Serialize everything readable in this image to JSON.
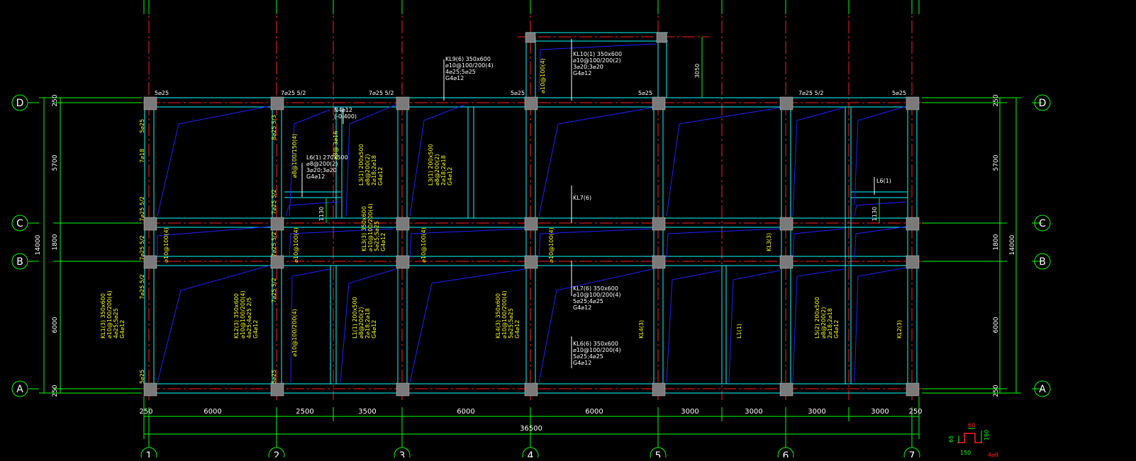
{
  "colors": {
    "background": "#000000",
    "grid_line": "#ff2020",
    "axis_bubble": "#00ff00",
    "beam": "#00ffff",
    "column": "#808080",
    "rebar": "#0000ff",
    "text_yellow": "#ffff00",
    "text_white": "#ffffff",
    "dimension": "#00ff00"
  },
  "axes_x": [
    {
      "label": "1"
    },
    {
      "label": "2"
    },
    {
      "label": "3"
    },
    {
      "label": "4"
    },
    {
      "label": "5"
    },
    {
      "label": "6"
    },
    {
      "label": "7"
    }
  ],
  "axes_y": [
    {
      "label": "D"
    },
    {
      "label": "C"
    },
    {
      "label": "B"
    },
    {
      "label": "A"
    }
  ],
  "bottom_dims": [
    "250",
    "6000",
    "2500",
    "3500",
    "6000",
    "6000",
    "3000",
    "3000",
    "3000",
    "3000",
    "250"
  ],
  "bottom_total": "36500",
  "left_dims": [
    "250",
    "5700",
    "1800",
    "6000",
    "250"
  ],
  "left_total": "14000",
  "right_dims": [
    "250",
    "5700",
    "1800",
    "6000",
    "250"
  ],
  "right_total": "14000",
  "top_rebar_labels": [
    "5⌀25",
    "7⌀25 5/2",
    "7⌀25 5/2",
    "5⌀25",
    "5⌀25",
    "7⌀25 5/2",
    "5⌀25"
  ],
  "left_rebar_labels": [
    "5⌀25",
    "7⌀18",
    "7⌀25 5/2",
    "7⌀25 5/2",
    "7⌀25 5/2",
    "5⌀25"
  ],
  "axis2_rebar_labels": [
    "8⌀25 5/3",
    "7⌀25 5/2",
    "7⌀25 5/2",
    "7⌀25 5/2",
    "5⌀25"
  ],
  "annotations": {
    "kl9": [
      "KL9(6) 350x600",
      "⌀10@100/200(4)",
      "4⌀25;5⌀25",
      "G4⌀12"
    ],
    "kl10": [
      "KL10(1) 350x600",
      "⌀10@100/200(2)",
      "3⌀20;3⌀20",
      "G4⌀12"
    ],
    "l6_top": [
      "L6(1) 270x500",
      "⌀8@200(2)",
      "3⌀20;3⌀20",
      "G4⌀12"
    ],
    "l3": [
      "L3(1) 200x500",
      "⌀8@200(2)",
      "2⌀18;2⌀18",
      "G4⌀12"
    ],
    "l3b": [
      "L3(1) 200x500",
      "⌀8@200(2)",
      "2⌀18;2⌀18",
      "G4⌀12"
    ],
    "kl7": "KL7(6)",
    "l6_right": "L6(1)",
    "kl3": [
      "KL3(3) 350x600",
      "⌀10@100/200(4)",
      "5⌀25;5⌀25",
      "G4⌀12"
    ],
    "kl3_right": "KL3(3)",
    "kl1": [
      "KL1(3) 350x600",
      "⌀10@100/200(4)",
      "4⌀25;5⌀25",
      "G4⌀12"
    ],
    "kl2": [
      "KL2(3) 350x600",
      "⌀10@100/200(4)",
      "4⌀25;4⌀25 2/5",
      "G4⌀12"
    ],
    "l1": [
      "L1(1) 200x500",
      "⌀8@200(2)",
      "2⌀18;2⌀18",
      "G4⌀12"
    ],
    "kl4": [
      "KL4(3) 350x600",
      "⌀10@100/200(4)",
      "5⌀25;5⌀25",
      "G4⌀12"
    ],
    "kl7b": [
      "KL7(6) 350x600",
      "⌀10@100/200(4)",
      "5⌀25;4⌀25",
      "G4⌀12"
    ],
    "kl6": [
      "KL6(6) 350x600",
      "⌀10@100/200(4)",
      "5⌀25;4⌀25",
      "G4⌀12"
    ],
    "kl4_short": "KL4(3)",
    "l1_short": "L1(1)",
    "l5": [
      "L5(2) 200x500",
      "⌀8@200(2)",
      "2⌀18;2⌀18",
      "G4⌀12"
    ],
    "kl2_short": "KL2(3)",
    "stirrup_cb": [
      "⌀10@100(4)",
      "⌀10@100(4)",
      "⌀10@100(4)",
      "⌀10@100(4)"
    ],
    "stirrup_top": "⌀10@100(4)",
    "stirrup_l6": "⌀8@100/150(4)",
    "stirrup_2ab": "⌀10@100/200(4)",
    "n4": [
      "N4⌀12",
      "(-0.400)"
    ],
    "l6_vert": "⌀8@ 3⌀16",
    "dim_3050": "3050",
    "dim_1130_left": "1130",
    "dim_1130_right": "1130"
  },
  "detail": {
    "dims": [
      "60",
      "65",
      "180",
      "150"
    ],
    "label": "4⌀8"
  }
}
